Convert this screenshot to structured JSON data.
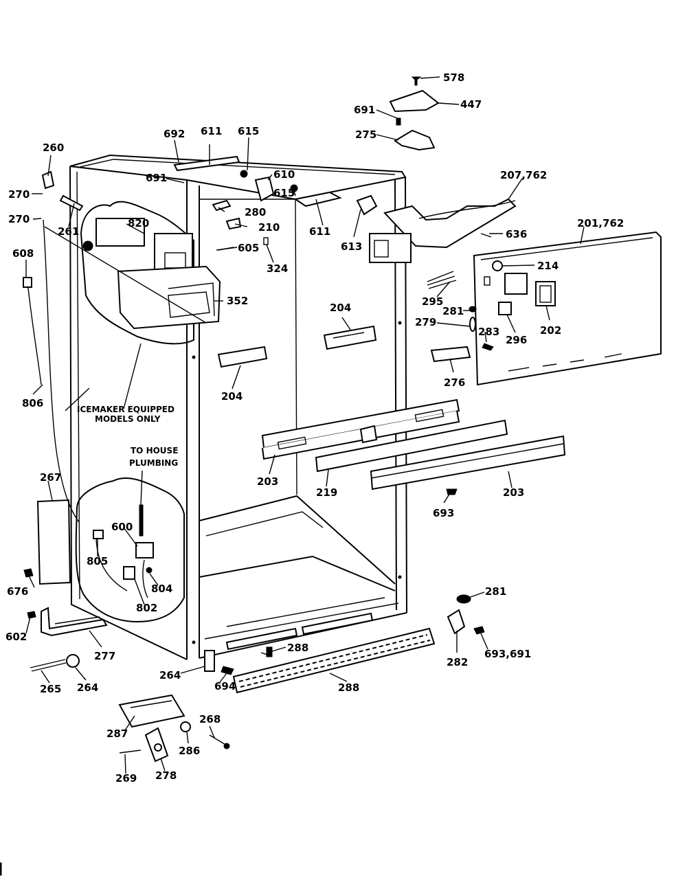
{
  "labels": {
    "p578": "578",
    "p447": "447",
    "p691a": "691",
    "p275": "275",
    "p692": "692",
    "p611a": "611",
    "p615a": "615",
    "p260": "260",
    "p610": "610",
    "p207": "207,762",
    "p270a": "270",
    "p691b": "691",
    "p280": "280",
    "p615b": "615",
    "p270b": "270",
    "p261": "261",
    "p820": "820",
    "p210": "210",
    "p611b": "611",
    "p613": "613",
    "p636": "636",
    "p201": "201,762",
    "p608": "608",
    "p605": "605",
    "p324": "324",
    "p214": "214",
    "p352": "352",
    "p295": "295",
    "p281a": "281",
    "p204a": "204",
    "p279": "279",
    "p283": "283",
    "p296": "296",
    "p202": "202",
    "p276a": "276",
    "p204b": "204",
    "p806": "806",
    "p203a": "203",
    "p219": "219",
    "p203b": "203",
    "p693": "693",
    "p267": "267",
    "p600": "600",
    "p605b": "805",
    "p804": "804",
    "p802": "802",
    "p676": "676",
    "p281b": "281",
    "p602": "602",
    "p282": "282",
    "p693691": "693,691",
    "p277": "277",
    "p288a": "288",
    "p264a": "264",
    "p265": "265",
    "p264b": "264",
    "p694": "694",
    "p288b": "288",
    "p268": "268",
    "p287": "287",
    "p286": "286",
    "p269": "269",
    "p278": "278"
  },
  "notes": {
    "icemaker_line1": "ICEMAKER EQUIPPED",
    "icemaker_line2": "MODELS ONLY",
    "plumbing_line1": "TO HOUSE",
    "plumbing_line2": "PLUMBING"
  }
}
